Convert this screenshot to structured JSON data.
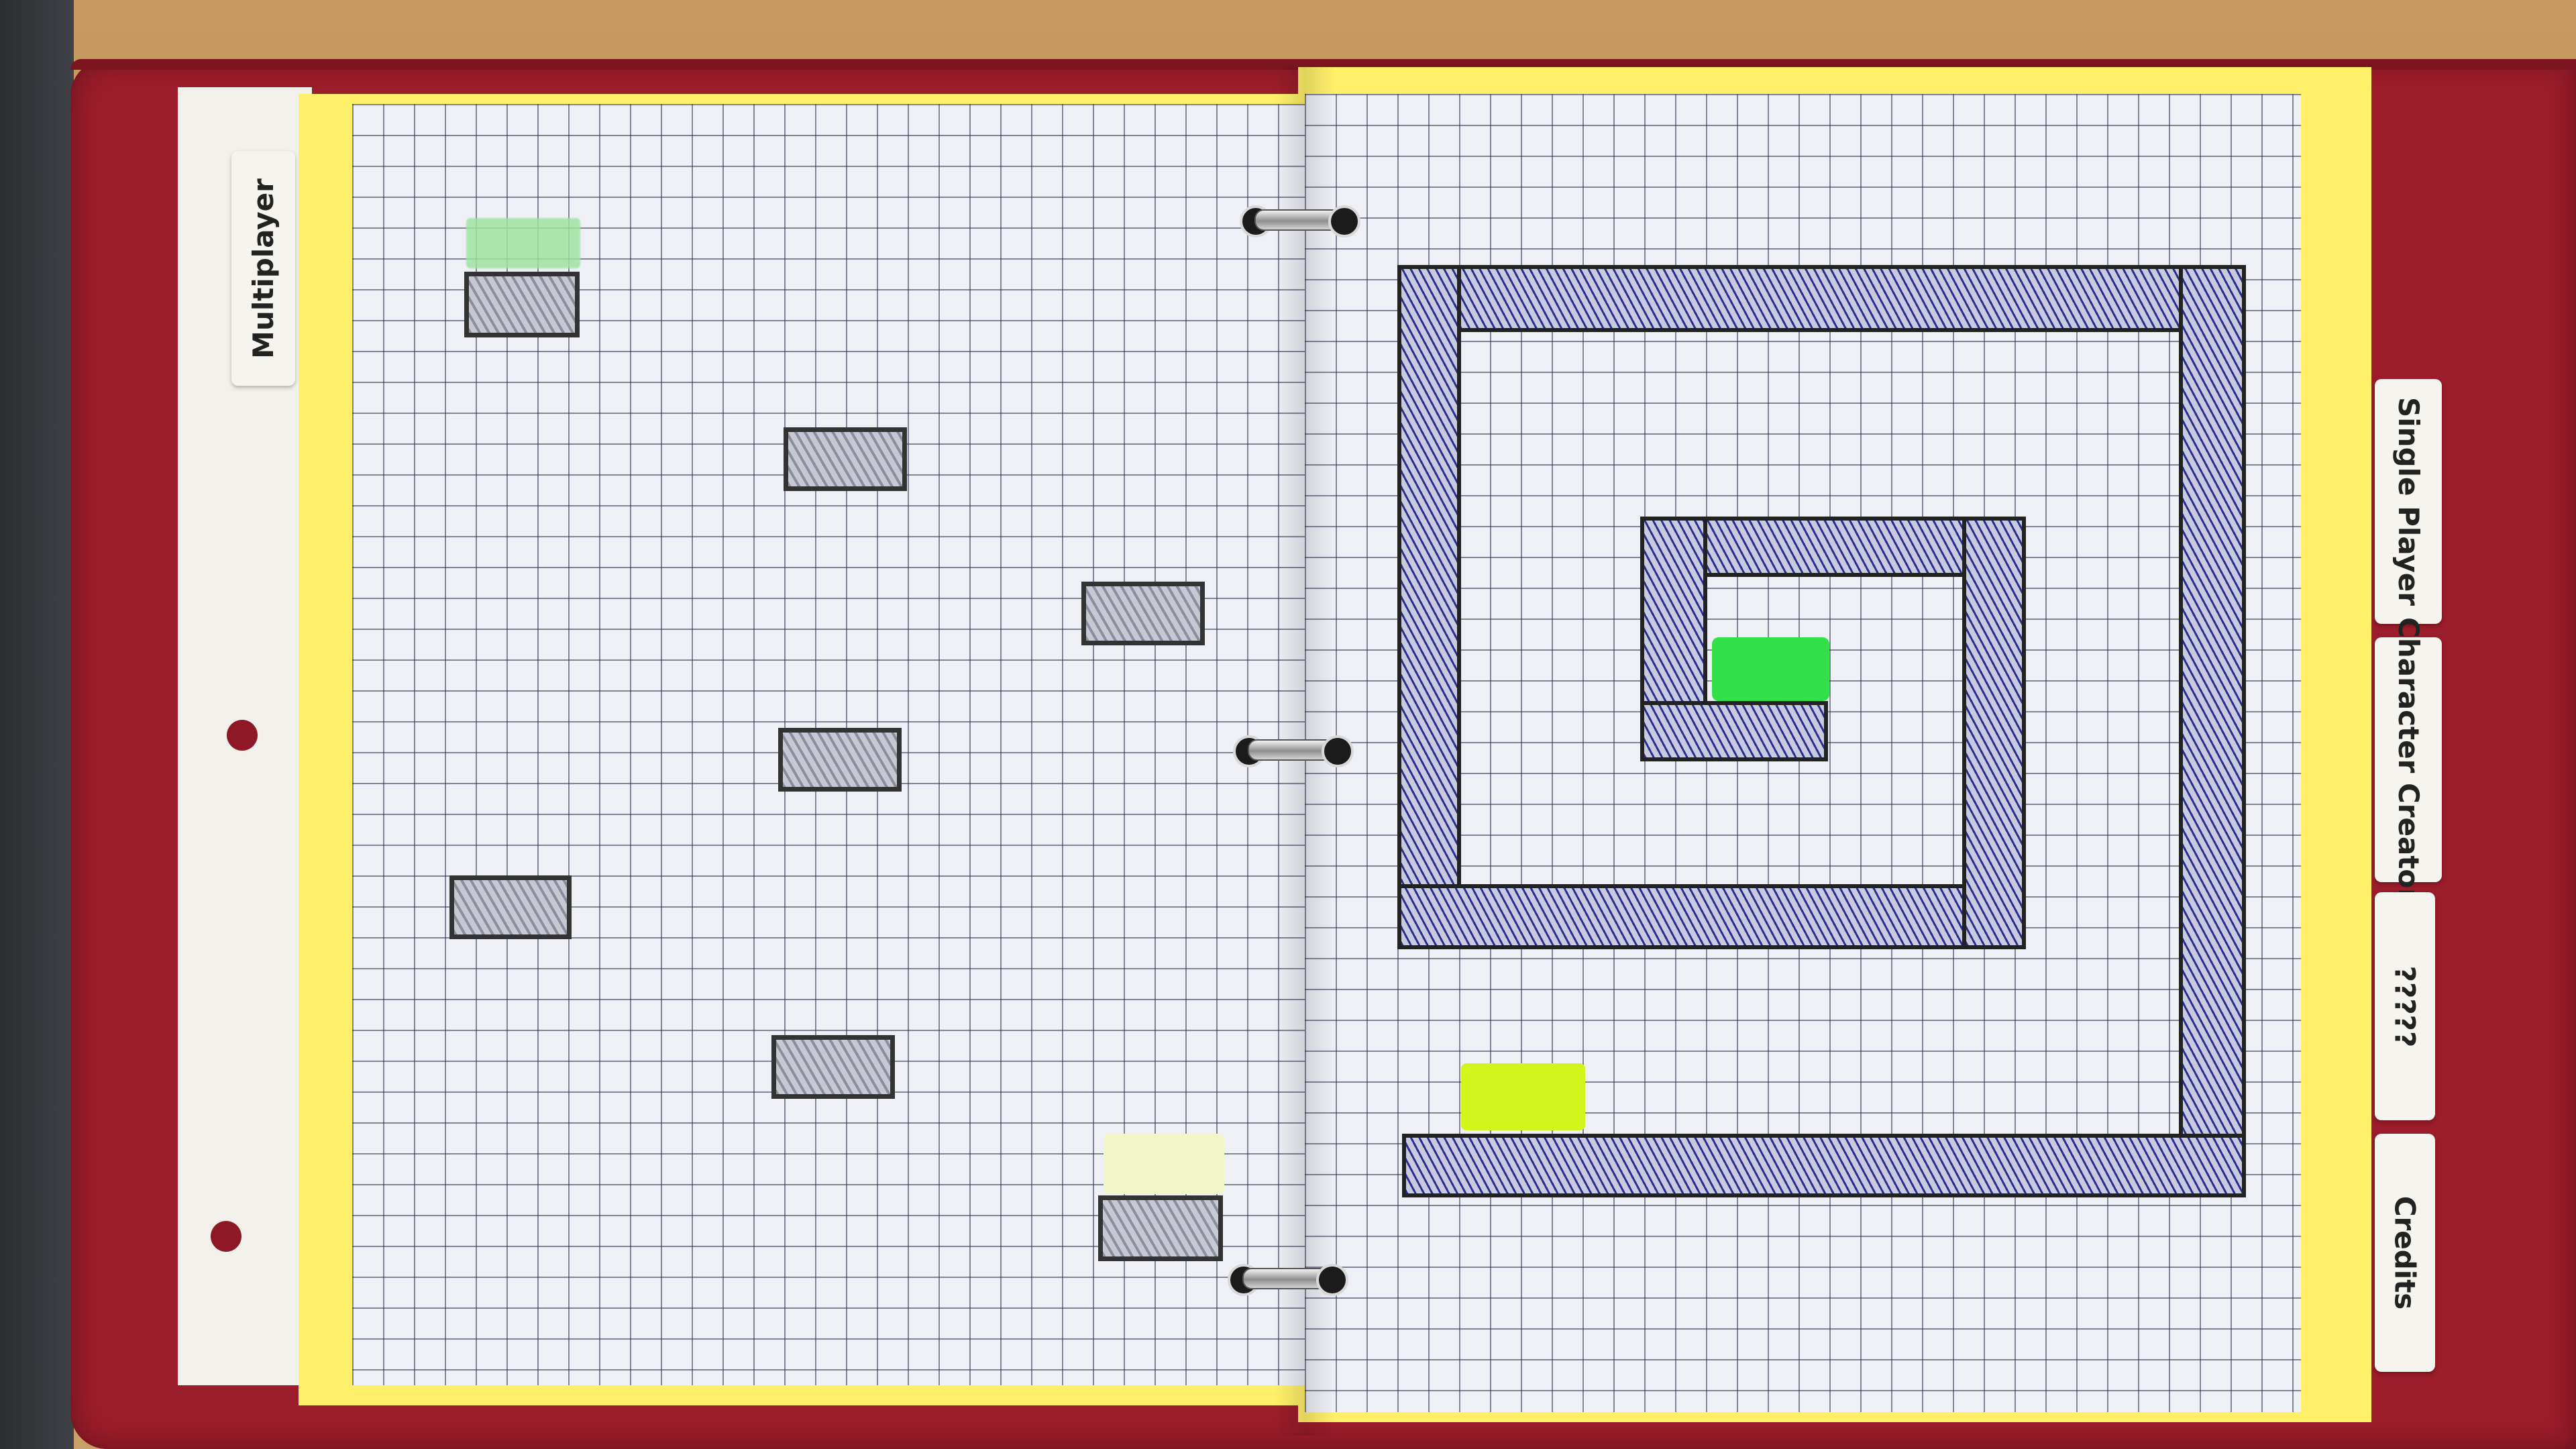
{
  "tabs": {
    "multiplayer": "Multiplayer",
    "single_player": "Single Player",
    "character_creator": "Character Creator",
    "mystery": "?????",
    "credits": "Credits"
  },
  "colors": {
    "binder": "#9b1c2a",
    "tab_yellow": "#fff06a",
    "wall_hatch": "#2a2f8f",
    "player_green": "#33e04a",
    "goal_lime": "#d2f51c"
  }
}
